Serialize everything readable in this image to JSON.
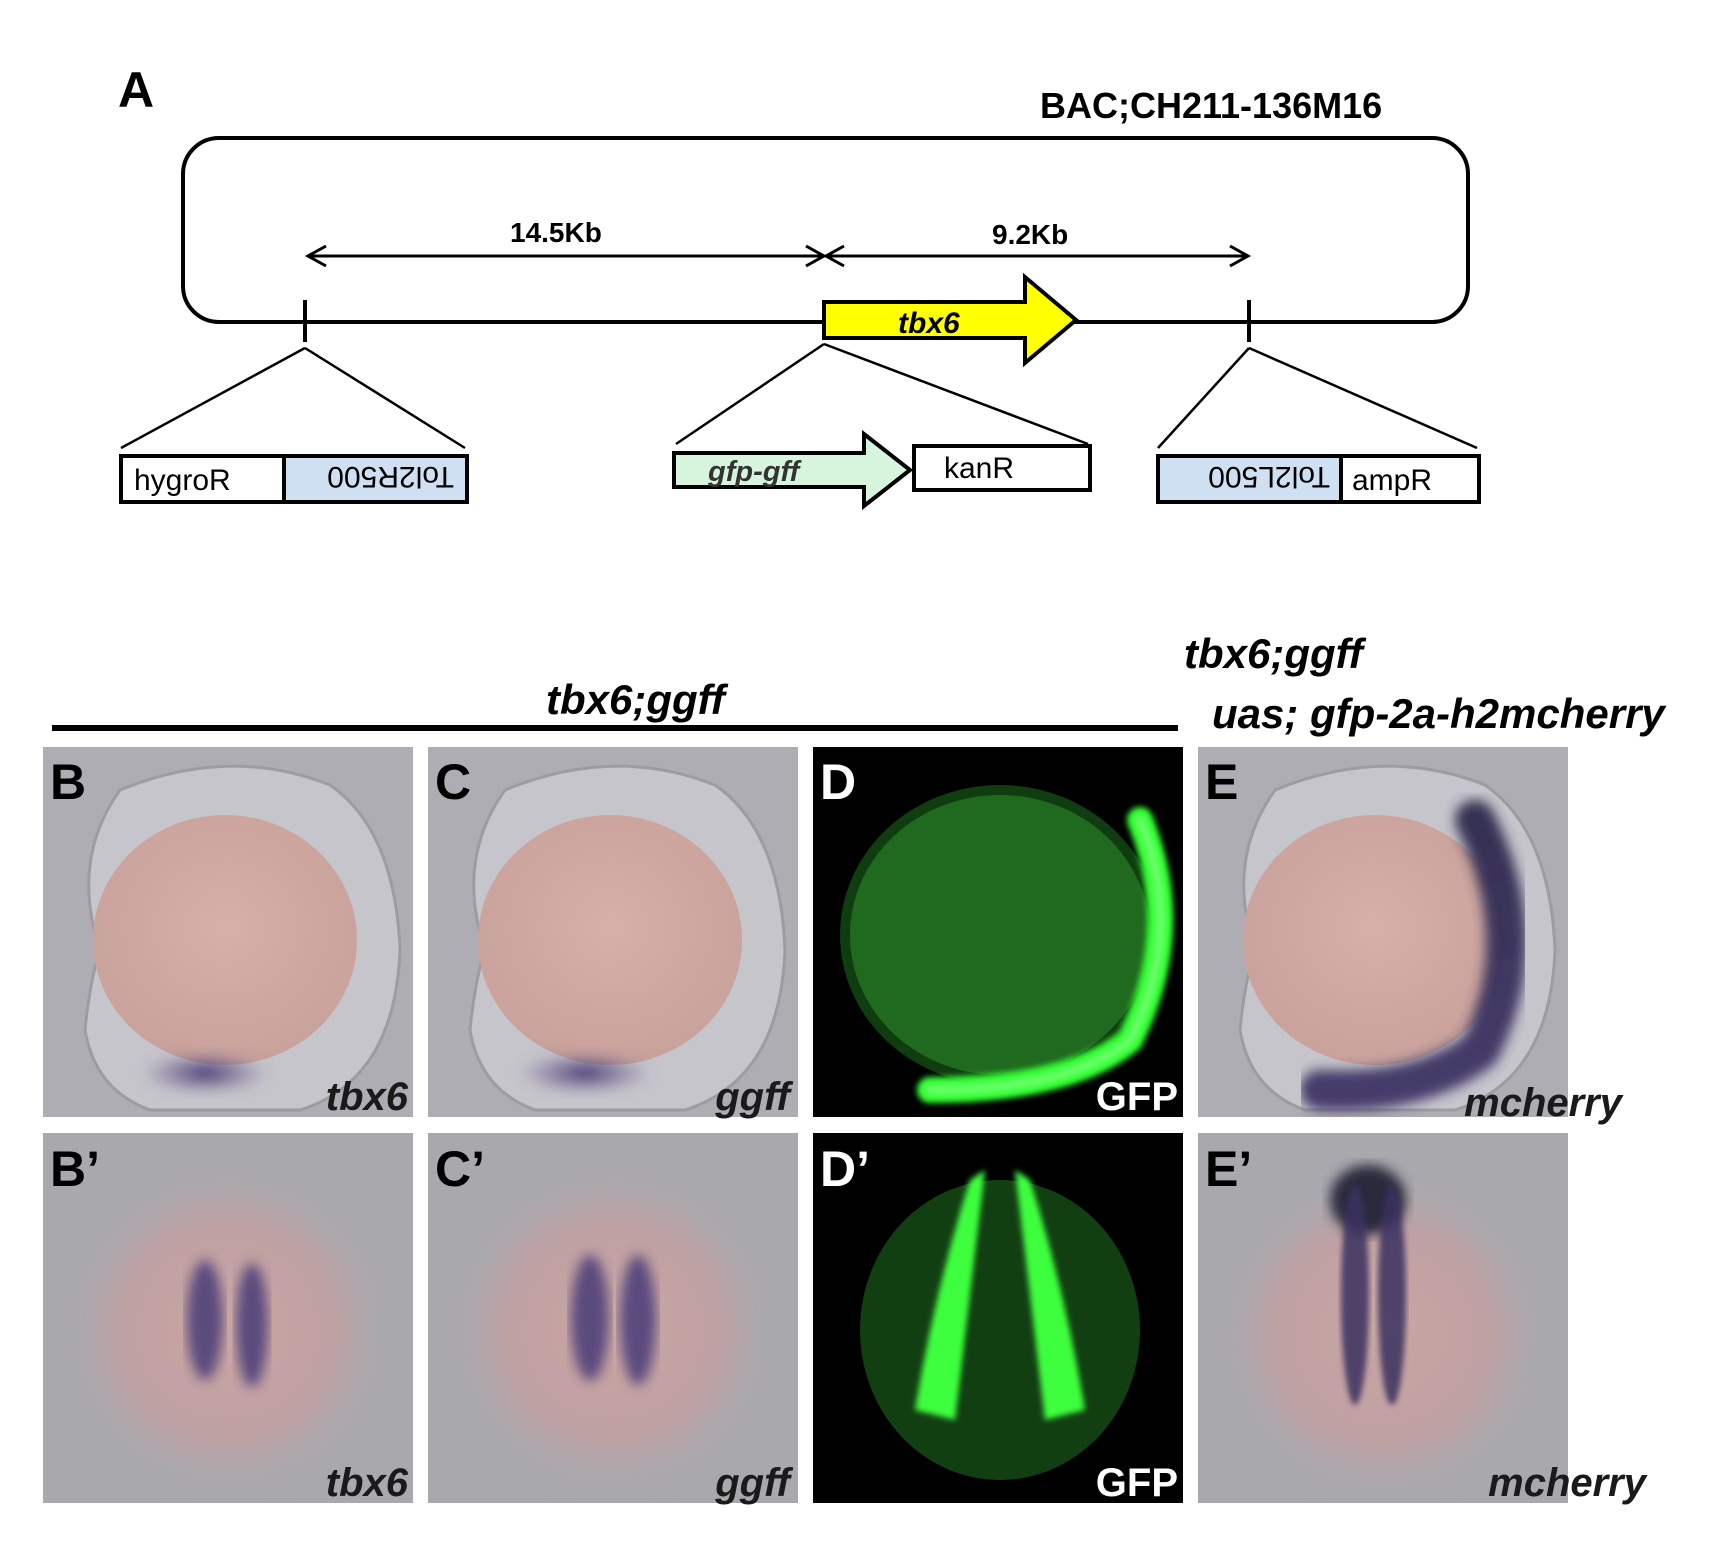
{
  "panel_a": {
    "letter": "A",
    "bac_label": "BAC;CH211-136M16",
    "dist_left": "14.5Kb",
    "dist_right": "9.2Kb",
    "gene": "tbx6",
    "cassette_left": {
      "marker": "hygroR",
      "tol": "Tol2R500",
      "tol_color": "#cfe0f2"
    },
    "cassette_mid": {
      "reporter": "gfp-gff",
      "marker": "kanR",
      "reporter_color": "#d6f5dc"
    },
    "cassette_right": {
      "tol": "Tol2L500",
      "marker": "ampR",
      "tol_color": "#cfe0f2"
    },
    "gene_color": "#ffff00"
  },
  "group_headers": {
    "left": "tbx6;ggff",
    "right_line1": "tbx6;ggff",
    "right_line2": "uas; gfp-2a-h2mcherry"
  },
  "panels": [
    {
      "letter": "B",
      "label": "tbx6",
      "type": "ish-lateral"
    },
    {
      "letter": "C",
      "label": "ggff",
      "type": "ish-lateral"
    },
    {
      "letter": "D",
      "label": "GFP",
      "type": "gfp-lateral"
    },
    {
      "letter": "E",
      "label": "mcherry",
      "type": "ish-lateral-wide"
    },
    {
      "letter": "B’",
      "label": "tbx6",
      "type": "ish-dorsal"
    },
    {
      "letter": "C’",
      "label": "ggff",
      "type": "ish-dorsal"
    },
    {
      "letter": "D’",
      "label": "GFP",
      "type": "gfp-dorsal"
    },
    {
      "letter": "E’",
      "label": "mcherry",
      "type": "ish-dorsal-wide"
    }
  ]
}
